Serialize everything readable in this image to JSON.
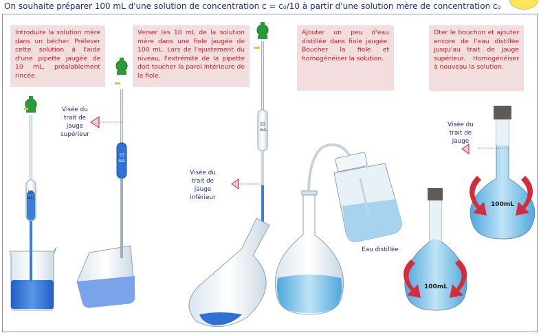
{
  "title": "On souhaite préparer 100 mL d'une solution de concentration c = c₀/10 à partir d'une solution mère de concentration c₀",
  "steps": [
    {
      "text": "Introduire la solution mère dans un bécher. Prélever cette solution à l'aide d'une pipette jaugée de 10 mL, préalablement rincée."
    },
    {
      "text": "Verser les 10 mL de la solution mère dans une fiole jaugée de 100 mL. Lors de l'ajustement du niveau, l'extrémité de la pipette doit toucher la paroi intérieure de la fiole."
    },
    {
      "text": "Ajouter un peu d'eau distillée dans fiole jaugée. Boucher la fiole et homogénéiser la solution."
    },
    {
      "text": "Oter le bouchon et ajouter encore de l'eau distillée jusqu'au trait de jauge supérieur. Homogénéiser à nouveau la solution."
    }
  ],
  "labels": {
    "visee_superieur": "Visée du trait de jauge supérieur",
    "visee_inferieur": "Visée du trait de jauge inférieur",
    "visee_jauge": "Visée du trait de jauge",
    "eau_distillee": "Eau distillée",
    "pipette_volume_line1": "10",
    "pipette_volume_line2": "mL",
    "flask_volume": "100mL"
  },
  "colors": {
    "liquid": "#2f6fd6",
    "liquid_light": "#86bfe8",
    "bulb": "#2b9a3a",
    "arrow": "#d42c3a",
    "note_bg": "#f2dede",
    "note_text": "#cc1f1f",
    "label_text": "#1a2d8a"
  }
}
